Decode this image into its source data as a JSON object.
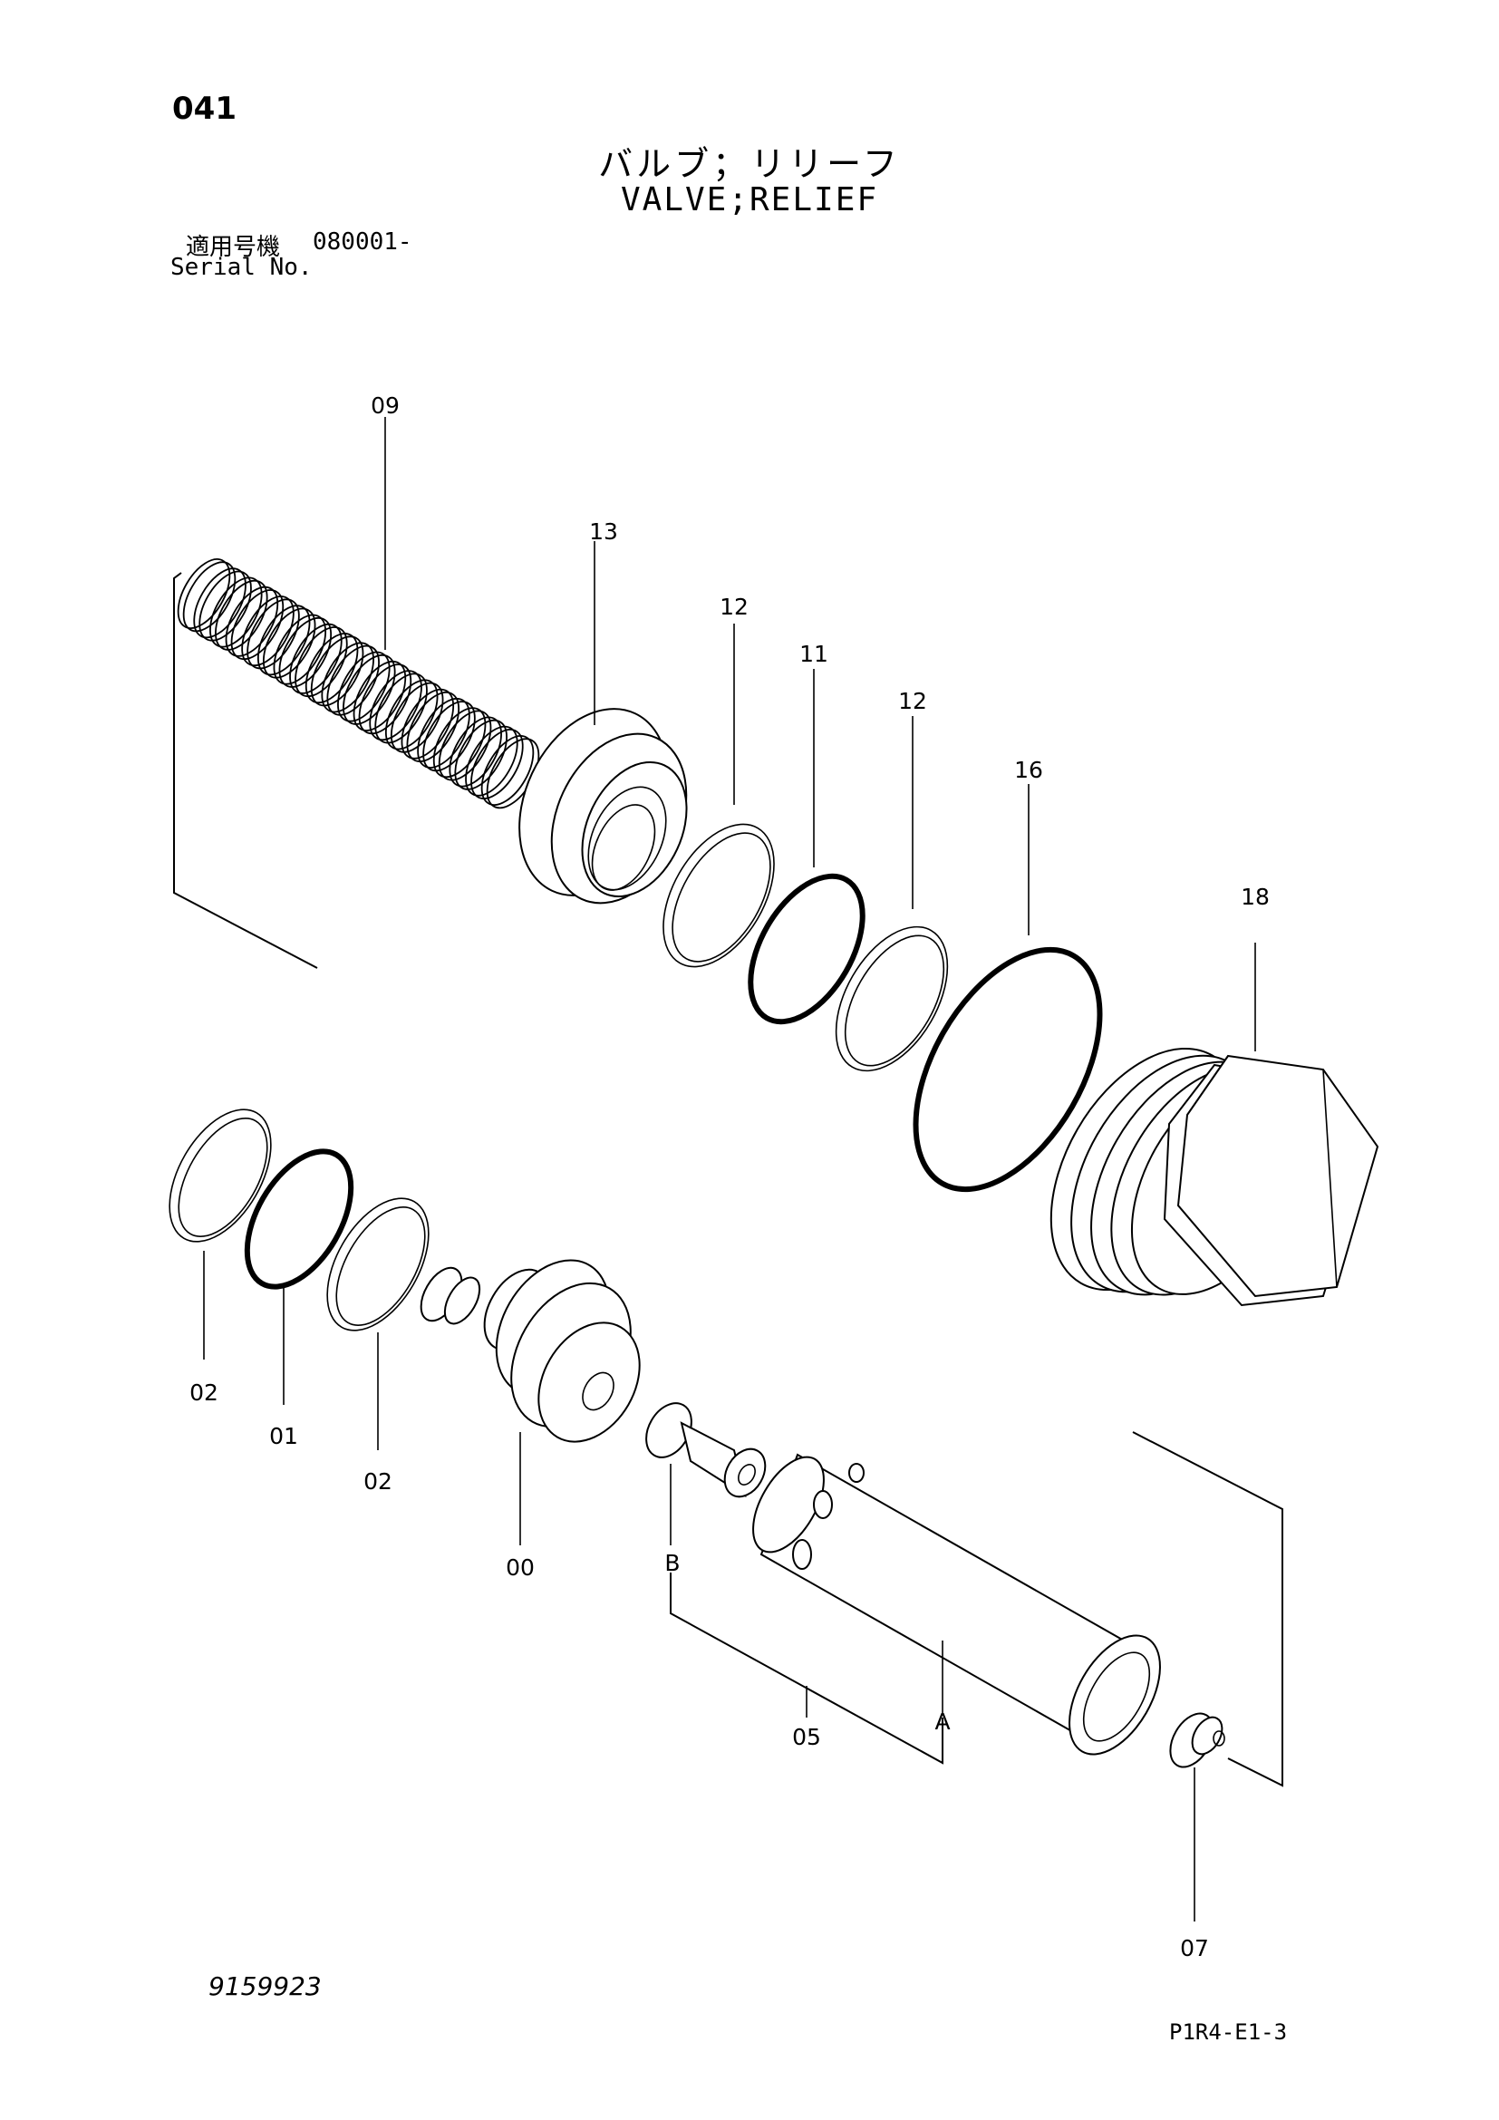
{
  "header": {
    "page_number": "041",
    "title_jp": "バルブ；リリーフ",
    "title_en": "VALVE;RELIEF",
    "serial_label_jp": "適用号機",
    "serial_label_en": "Serial No.",
    "serial_value": "080001-"
  },
  "callouts": {
    "p09": "09",
    "p13": "13",
    "p12a": "12",
    "p11": "11",
    "p12b": "12",
    "p16": "16",
    "p18": "18",
    "p02a": "02",
    "p01": "01",
    "p02b": "02",
    "p00": "00",
    "pB": "B",
    "p05": "05",
    "pA": "A",
    "p07": "07"
  },
  "footer": {
    "drawing_number": "9159923",
    "sheet_code": "P1R4-E1-3"
  }
}
